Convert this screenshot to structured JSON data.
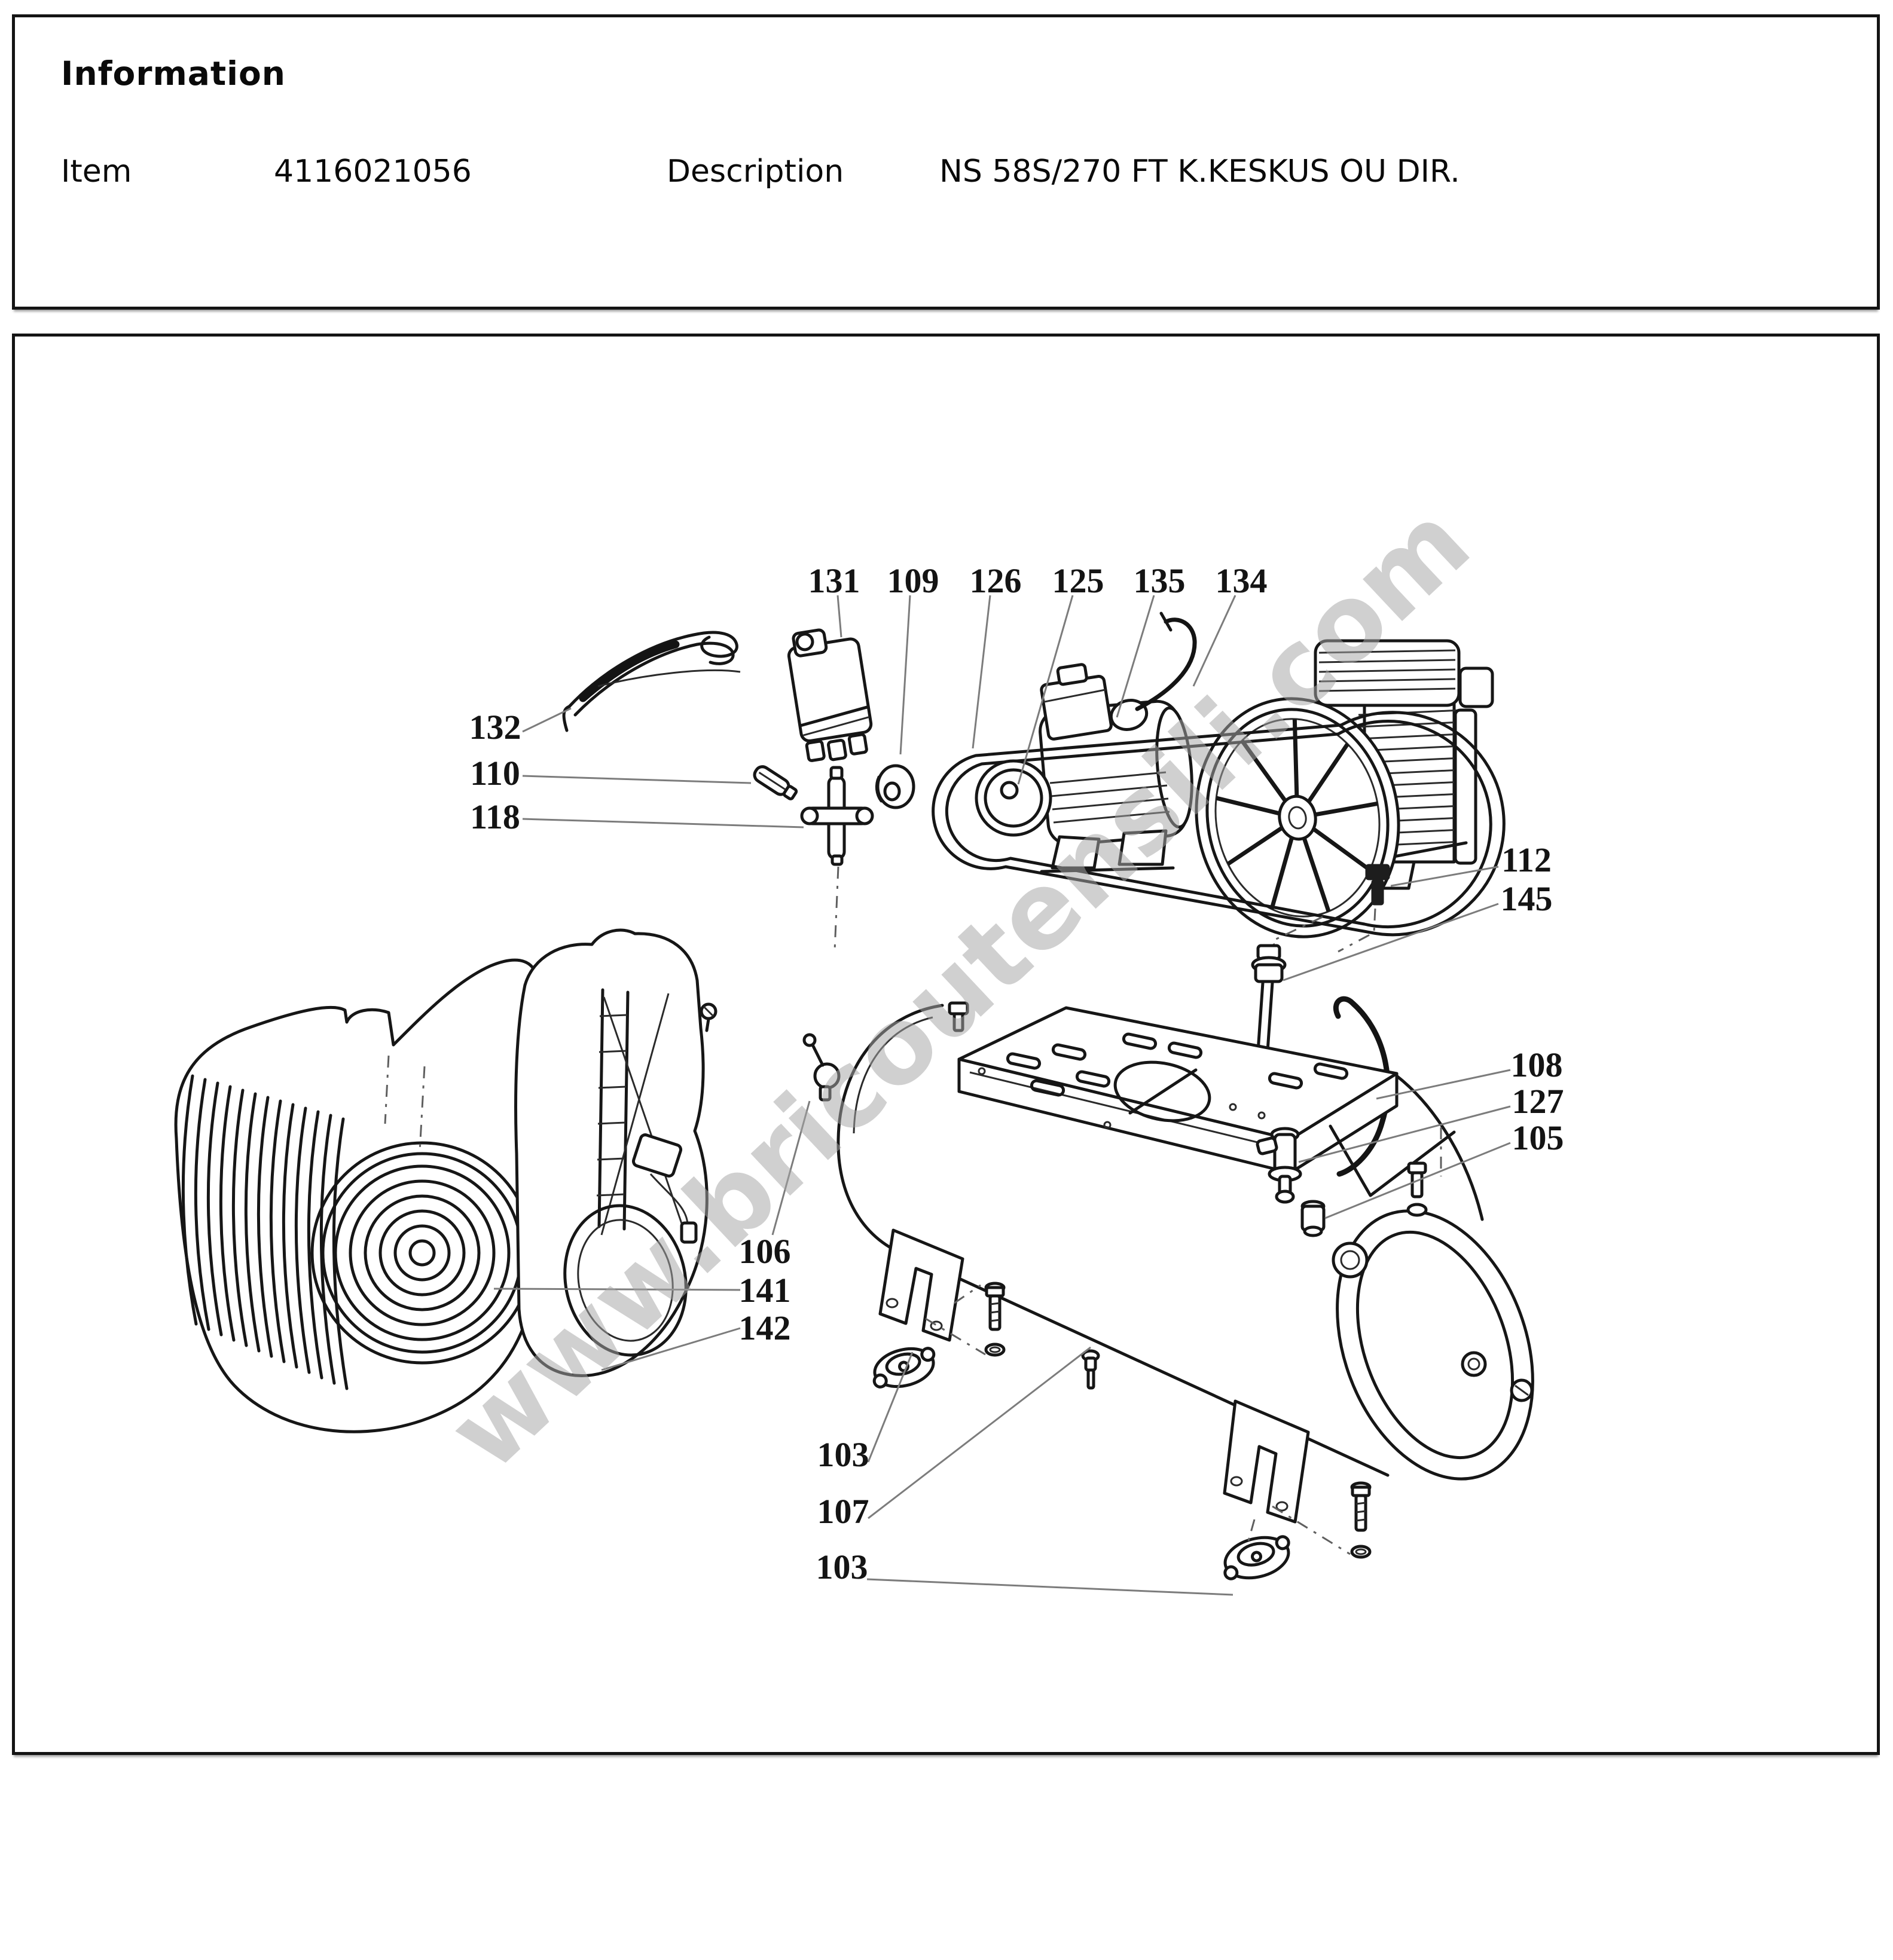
{
  "info_panel": {
    "title": "Information",
    "item_label": "Item",
    "item_value": "4116021056",
    "description_label": "Description",
    "description_value": "NS 58S/270 FT K.KESKUS OU DIR."
  },
  "watermark": {
    "text": "www.bricoutensili.com",
    "color": "#c6c6c6"
  },
  "diagram": {
    "callouts": [
      {
        "number": "131"
      },
      {
        "number": "109"
      },
      {
        "number": "126"
      },
      {
        "number": "125"
      },
      {
        "number": "135"
      },
      {
        "number": "134"
      },
      {
        "number": "132"
      },
      {
        "number": "110"
      },
      {
        "number": "118"
      },
      {
        "number": "112"
      },
      {
        "number": "145"
      },
      {
        "number": "108"
      },
      {
        "number": "127"
      },
      {
        "number": "105"
      },
      {
        "number": "106"
      },
      {
        "number": "141"
      },
      {
        "number": "142"
      },
      {
        "number": "103"
      },
      {
        "number": "107"
      },
      {
        "number": "103"
      }
    ]
  }
}
